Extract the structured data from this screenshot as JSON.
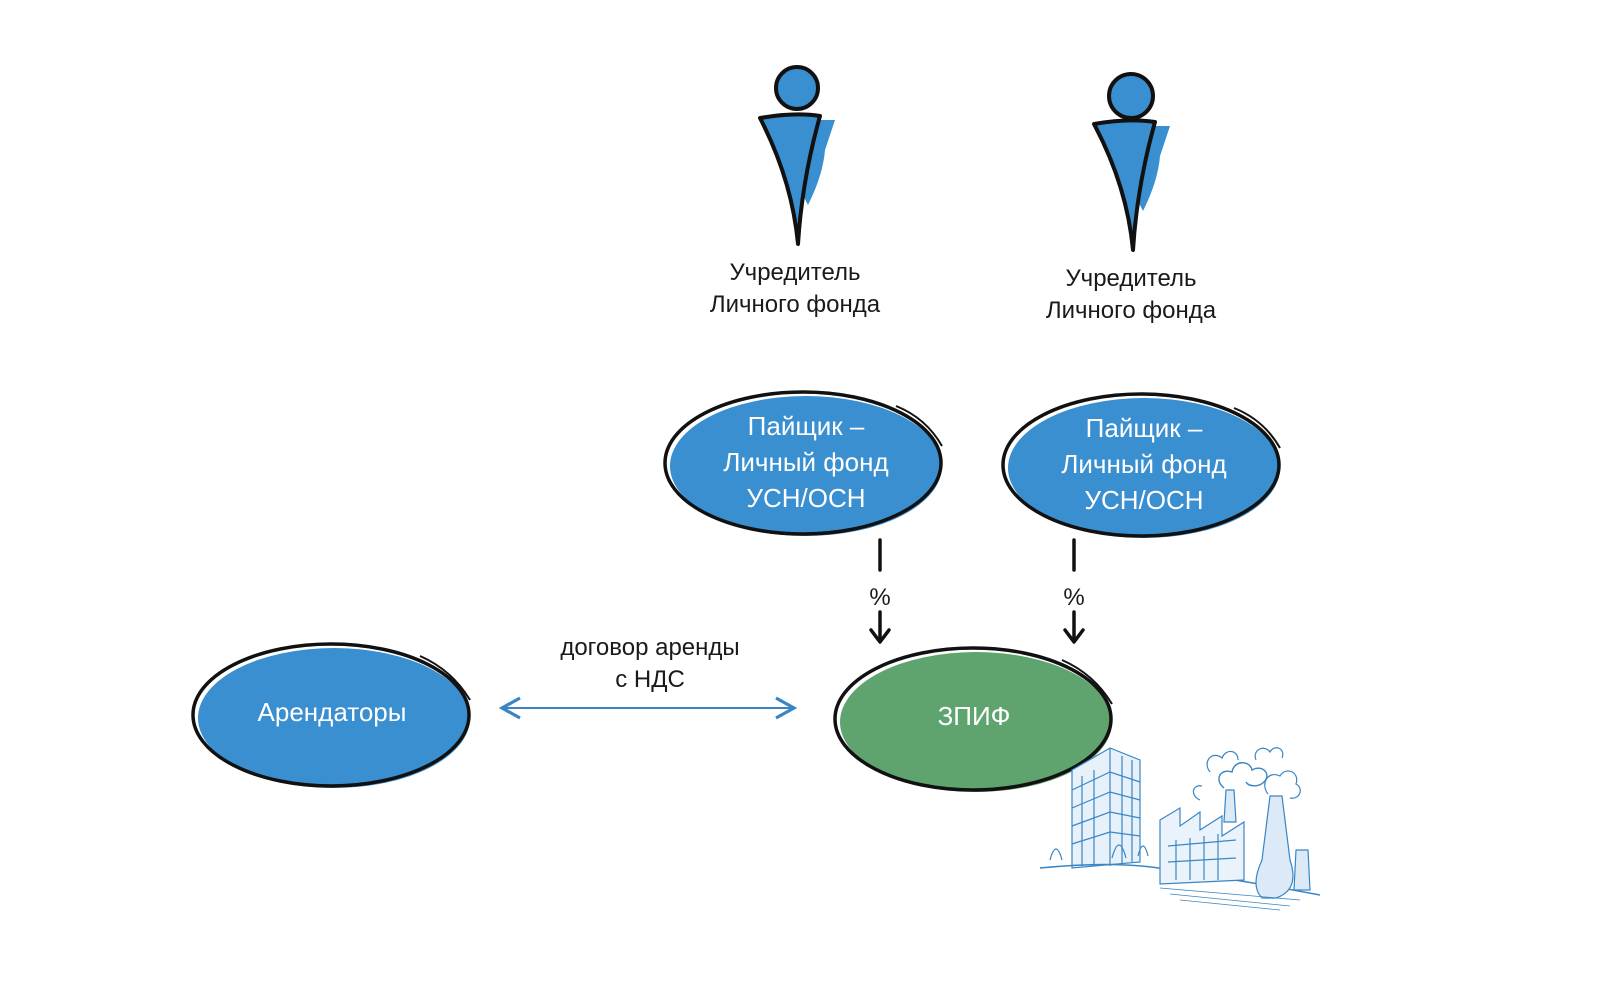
{
  "colors": {
    "blue": "#3a8fd0",
    "green": "#5fa36f",
    "outline": "#111111",
    "sketch": "#3a86c4"
  },
  "founders": [
    {
      "line1": "Учредитель",
      "line2": "Личного фонда",
      "icon": "person-icon"
    },
    {
      "line1": "Учредитель",
      "line2": "Личного фонда",
      "icon": "person-icon"
    }
  ],
  "shareholders": [
    {
      "line1": "Пайщик –",
      "line2": "Личный фонд",
      "line3": "УСН/ОСН",
      "flow_label": "%"
    },
    {
      "line1": "Пайщик –",
      "line2": "Личный фонд",
      "line3": "УСН/ОСН",
      "flow_label": "%"
    }
  ],
  "tenants": {
    "label": "Арендаторы"
  },
  "fund": {
    "label": "ЗПИФ",
    "icon": "buildings-sketch-icon"
  },
  "lease": {
    "line1": "договор аренды",
    "line2": "с НДС"
  }
}
